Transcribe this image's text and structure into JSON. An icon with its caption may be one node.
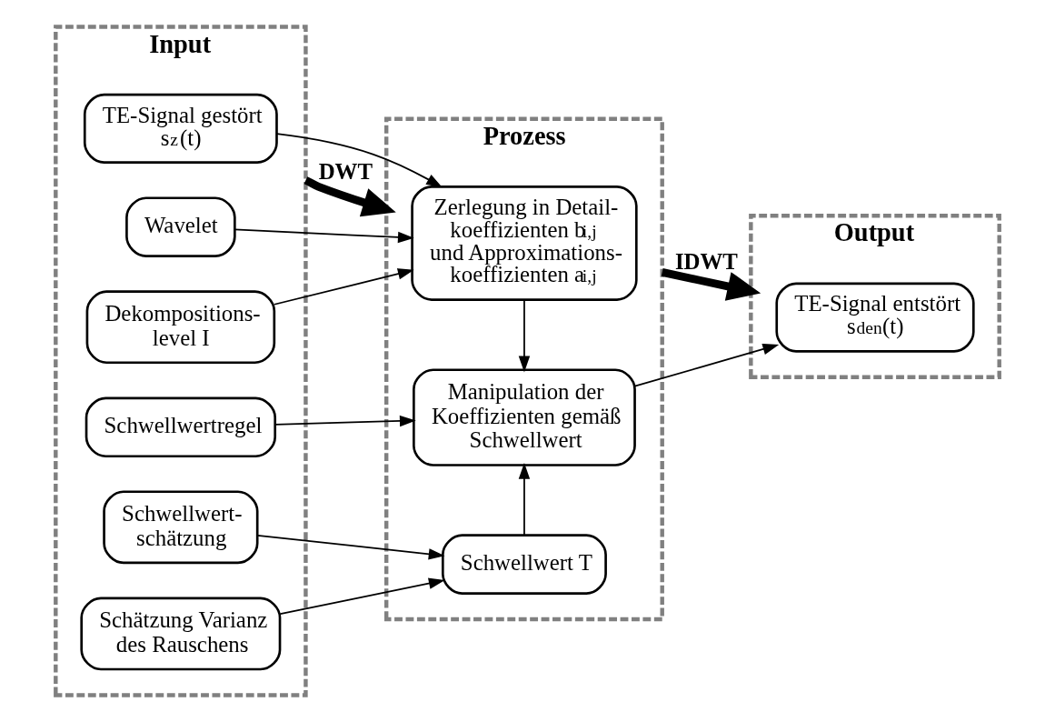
{
  "diagram": {
    "nodes": [
      {
        "text": [
          "Input"
        ]
      },
      {
        "text": [
          "TE-Signal gestört s$_{z}$(t)"
        ],
        "in": 0
      },
      {
        "text": [
          "Wavelet"
        ],
        "in": 0
      },
      {
        "text": [
          "Dekompositions- level I"
        ],
        "in": 0
      },
      {
        "text": [
          "Schwellwertregel"
        ],
        "in": 0
      },
      {
        "text": [
          "Schwellwert- schätzung"
        ],
        "in": 0
      },
      {
        "text": [
          "Schätzung Varianz des Rauschens"
        ],
        "in": 0
      },
      {
        "text": [
          "Prozess"
        ]
      },
      {
        "text": [
          "Zerlegung in Detail- koeffizienten b$_{i,j}$ und Approximations- koeffizienten a$_{i,j}$"
        ],
        "in": 7
      },
      {
        "text": [
          "Manipulation der Koeffizienten gemäß Schwellwert"
        ],
        "in": 7
      },
      {
        "text": [
          "Schwellwert T"
        ],
        "in": 7
      },
      {
        "text": [
          "Output"
        ]
      },
      {
        "text": [
          "TE-Signal entstört s$_{den}$(t)"
        ],
        "in": 11
      }
    ],
    "edges": [
      {
        "from": 1,
        "to": 8,
        "arrow": "to"
      },
      {
        "from": 2,
        "to": 8,
        "arrow": "to"
      },
      {
        "from": 3,
        "to": 8,
        "arrow": "to"
      },
      {
        "from": 8,
        "to": 9,
        "arrow": "to"
      },
      {
        "from": 4,
        "to": 9,
        "arrow": "to"
      },
      {
        "from": 5,
        "to": 10,
        "arrow": "to"
      },
      {
        "from": 6,
        "to": 10,
        "arrow": "to"
      },
      {
        "from": 10,
        "to": 9,
        "arrow": "to"
      },
      {
        "from": 9,
        "to": 12,
        "arrow": "to"
      },
      {
        "from": 0,
        "to": 7,
        "arrow": "to",
        "label": "DWT",
        "style": "thick"
      },
      {
        "from": 7,
        "to": 11,
        "arrow": "to",
        "label": "IDWT",
        "style": "thick"
      }
    ]
  }
}
